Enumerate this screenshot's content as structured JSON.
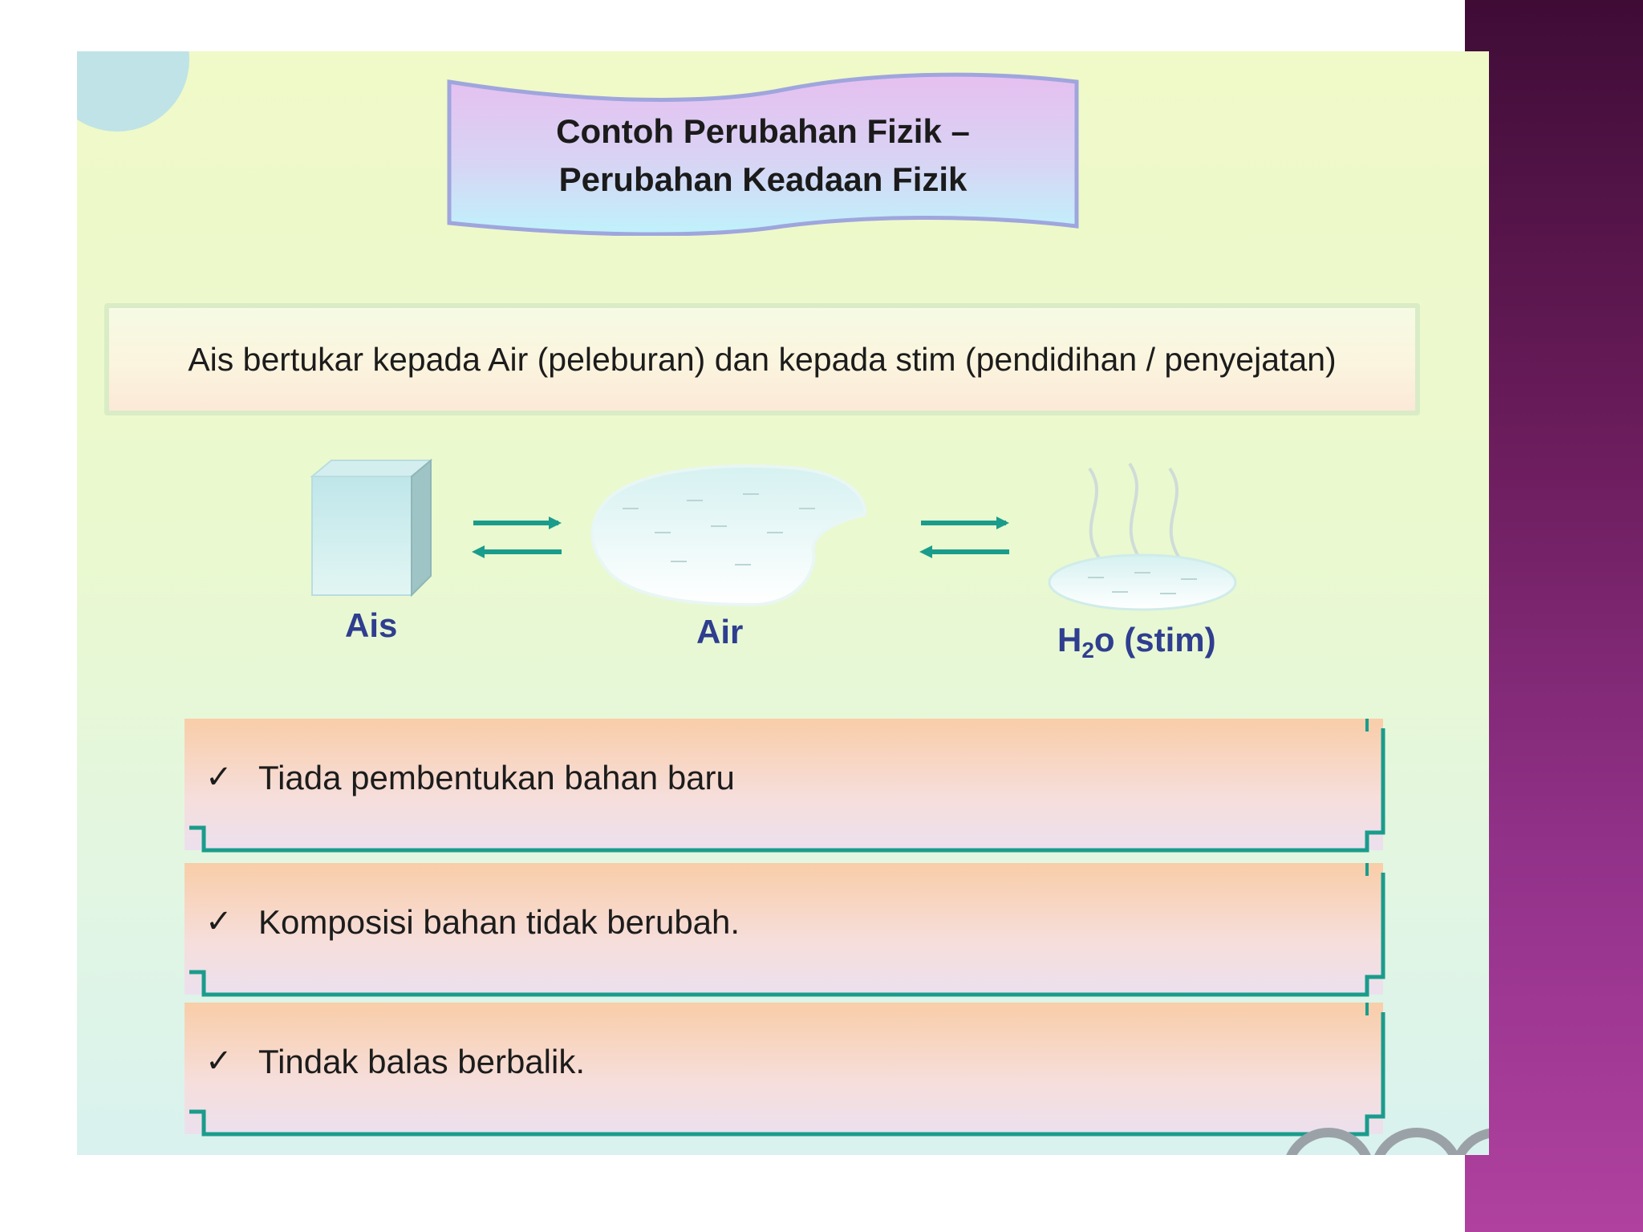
{
  "slide": {
    "title_line1": "Contoh Perubahan Fizik –",
    "title_line2": "Perubahan Keadaan Fizik",
    "statement": "Ais bertukar kepada Air (peleburan) dan kepada stim (pendidihan / penyejatan)",
    "states": {
      "ice_label": "Ais",
      "water_label": "Air",
      "steam_formula_h": "H",
      "steam_formula_sub": "2",
      "steam_formula_rest": "o (stim)"
    },
    "checklist": [
      {
        "mark": "✓",
        "text": "Tiada pembentukan bahan baru"
      },
      {
        "mark": "✓",
        "text": "Komposisi bahan tidak berubah."
      },
      {
        "mark": "✓",
        "text": "Tindak balas berbalik."
      }
    ]
  },
  "colors": {
    "accent_teal": "#1a9c8c",
    "label_blue": "#2f3e8f",
    "magenta_dark": "#3f0c36",
    "magenta_light": "#b0419f"
  }
}
